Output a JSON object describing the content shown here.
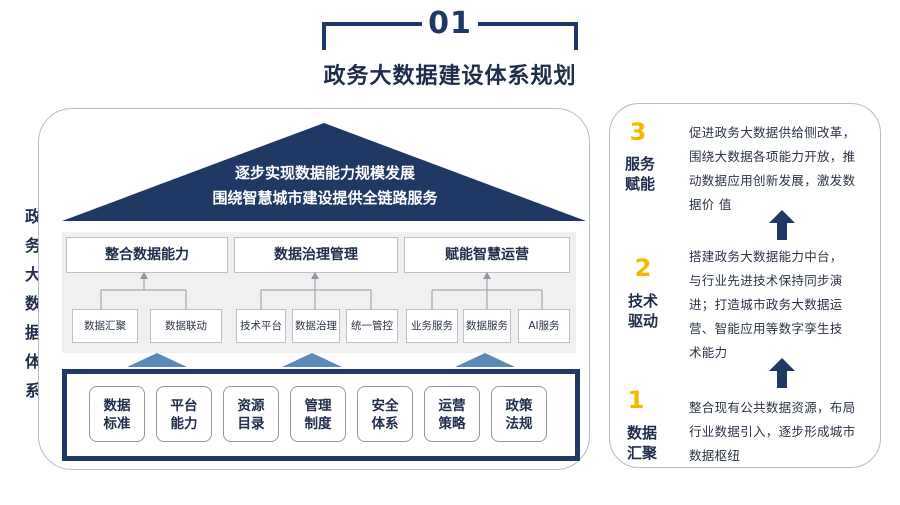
{
  "header": {
    "number": "01",
    "title": "政务大数据建设体系规划"
  },
  "side_label": [
    "政",
    "务",
    "大",
    "数",
    "据",
    "体",
    "系"
  ],
  "roof": {
    "line1": "逐步实现数据能力规模发展",
    "line2": "围绕智慧城市建设提供全链路服务"
  },
  "columns": [
    {
      "title": "整合数据能力",
      "items": [
        "数据汇聚",
        "数据联动"
      ]
    },
    {
      "title": "数据治理管理",
      "items": [
        "技术平台",
        "数据治理",
        "统一管控"
      ]
    },
    {
      "title": "赋能智慧运营",
      "items": [
        "业务服务",
        "数据服务",
        "AI服务"
      ]
    }
  ],
  "foundation": [
    [
      "数据",
      "标准"
    ],
    [
      "平台",
      "能力"
    ],
    [
      "资源",
      "目录"
    ],
    [
      "管理",
      "制度"
    ],
    [
      "安全",
      "体系"
    ],
    [
      "运营",
      "策略"
    ],
    [
      "政策",
      "法规"
    ]
  ],
  "steps": [
    {
      "number": "3",
      "label": [
        "服务",
        "赋能"
      ],
      "text": [
        "促进政务大数据供给侧改革，",
        "围绕大数据各项能力开放，推",
        "动数据应用创新发展，激发数",
        "据价 值"
      ]
    },
    {
      "number": "2",
      "label": [
        "技术",
        "驱动"
      ],
      "text": [
        "搭建政务大数据能力中台，",
        "与行业先进技术保持同步演",
        "进；打造城市政务大数据运",
        "营、智能应用等数字孪生技",
        "术能力"
      ]
    },
    {
      "number": "1",
      "label": [
        "数据",
        "汇聚"
      ],
      "text": [
        "整合现有公共数据资源，布局",
        "行业数据引入，逐步形成城市",
        "数据枢纽"
      ]
    }
  ],
  "colors": {
    "navy": "#1f3864",
    "accent": "#f5b800",
    "panel_bg": "#f0f0f0",
    "border": "#b5bcc9"
  }
}
